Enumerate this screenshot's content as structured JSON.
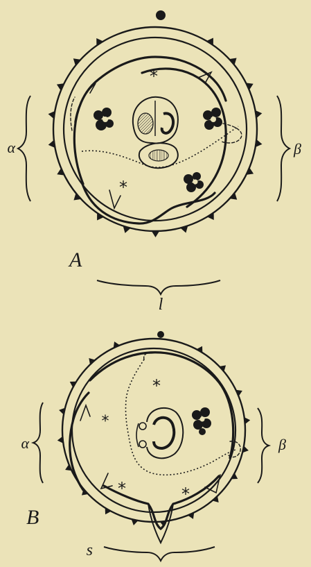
{
  "panels": [
    {
      "id": "A",
      "label": "A",
      "left_bracket_label": "α",
      "right_bracket_label": "β",
      "bottom_bracket_label": "l",
      "star_mark": "*"
    },
    {
      "id": "B",
      "label": "B",
      "left_bracket_label": "α",
      "right_bracket_label": "β",
      "bottom_bracket_label": "s",
      "star_mark": "*"
    }
  ],
  "colors": {
    "background": "#ebe3b8",
    "ink": "#1a1a1a"
  }
}
